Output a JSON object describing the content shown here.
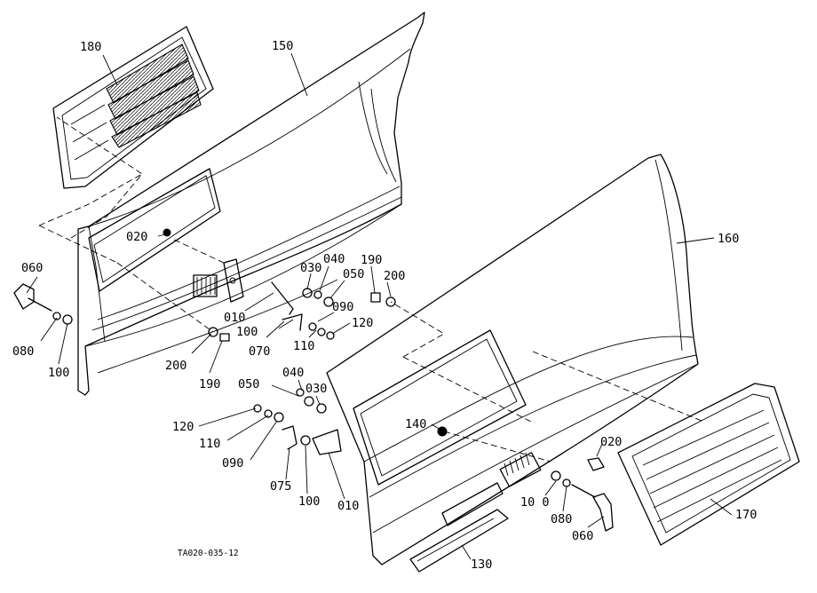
{
  "drawing_ref": "TA020-035-12",
  "callouts": [
    {
      "id": "c180",
      "text": "180"
    },
    {
      "id": "c150",
      "text": "150"
    },
    {
      "id": "c020a",
      "text": "020"
    },
    {
      "id": "c060a",
      "text": "060"
    },
    {
      "id": "c080a",
      "text": "080"
    },
    {
      "id": "c100a",
      "text": "100"
    },
    {
      "id": "c010a",
      "text": "010"
    },
    {
      "id": "c100b",
      "text": "100"
    },
    {
      "id": "c070",
      "text": "070"
    },
    {
      "id": "c200a",
      "text": "200"
    },
    {
      "id": "c190a",
      "text": "190"
    },
    {
      "id": "c030a",
      "text": "030"
    },
    {
      "id": "c040a",
      "text": "040"
    },
    {
      "id": "c050a",
      "text": "050"
    },
    {
      "id": "c190b",
      "text": "190"
    },
    {
      "id": "c200b",
      "text": "200"
    },
    {
      "id": "c090a",
      "text": "090"
    },
    {
      "id": "c110a",
      "text": "110"
    },
    {
      "id": "c120a",
      "text": "120"
    },
    {
      "id": "c160",
      "text": "160"
    },
    {
      "id": "c040b",
      "text": "040"
    },
    {
      "id": "c050b",
      "text": "050"
    },
    {
      "id": "c030b",
      "text": "030"
    },
    {
      "id": "c120b",
      "text": "120"
    },
    {
      "id": "c110b",
      "text": "110"
    },
    {
      "id": "c090b",
      "text": "090"
    },
    {
      "id": "c075",
      "text": "075"
    },
    {
      "id": "c100c",
      "text": "100"
    },
    {
      "id": "c010b",
      "text": "010"
    },
    {
      "id": "c140",
      "text": "140"
    },
    {
      "id": "c020b",
      "text": "020"
    },
    {
      "id": "c100d",
      "text": "10 0"
    },
    {
      "id": "c080b",
      "text": "080"
    },
    {
      "id": "c060b",
      "text": "060"
    },
    {
      "id": "c170",
      "text": "170"
    },
    {
      "id": "c130",
      "text": "130"
    }
  ]
}
